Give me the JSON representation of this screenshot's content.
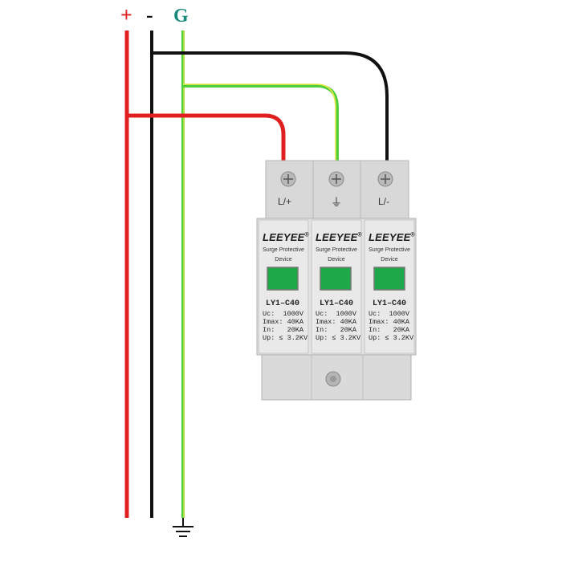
{
  "bus_labels": {
    "positive": "+",
    "negative": "-",
    "ground": "G"
  },
  "colors": {
    "positive_wire": "#e02020",
    "negative_wire": "#111111",
    "ground_wire_green": "#4fcf3a",
    "ground_wire_yellow": "#e9e84a",
    "device_body": "#dcdcdc",
    "indicator_window": "#1fa84a",
    "ground_label": "#1a8a7a"
  },
  "device": {
    "modules": [
      {
        "terminal_label": "L/+",
        "brand": "LEEYEE",
        "registered": "®",
        "description_line1": "Surge Protective",
        "description_line2": "Device",
        "model": "LY1–C40",
        "specs": [
          "Uc:  1000V",
          "Imax: 40KA",
          "In:   20KA",
          "Up: ≤ 3.2KV"
        ]
      },
      {
        "terminal_label": "⏚",
        "brand": "LEEYEE",
        "registered": "®",
        "description_line1": "Surge Protective",
        "description_line2": "Device",
        "model": "LY1–C40",
        "specs": [
          "Uc:  1000V",
          "Imax: 40KA",
          "In:   20KA",
          "Up: ≤ 3.2KV"
        ]
      },
      {
        "terminal_label": "L/-",
        "brand": "LEEYEE",
        "registered": "®",
        "description_line1": "Surge Protective",
        "description_line2": "Device",
        "model": "LY1–C40",
        "specs": [
          "Uc:  1000V",
          "Imax: 40KA",
          "In:   20KA",
          "Up: ≤ 3.2KV"
        ]
      }
    ]
  },
  "ground_symbol": "earth-ground-icon"
}
